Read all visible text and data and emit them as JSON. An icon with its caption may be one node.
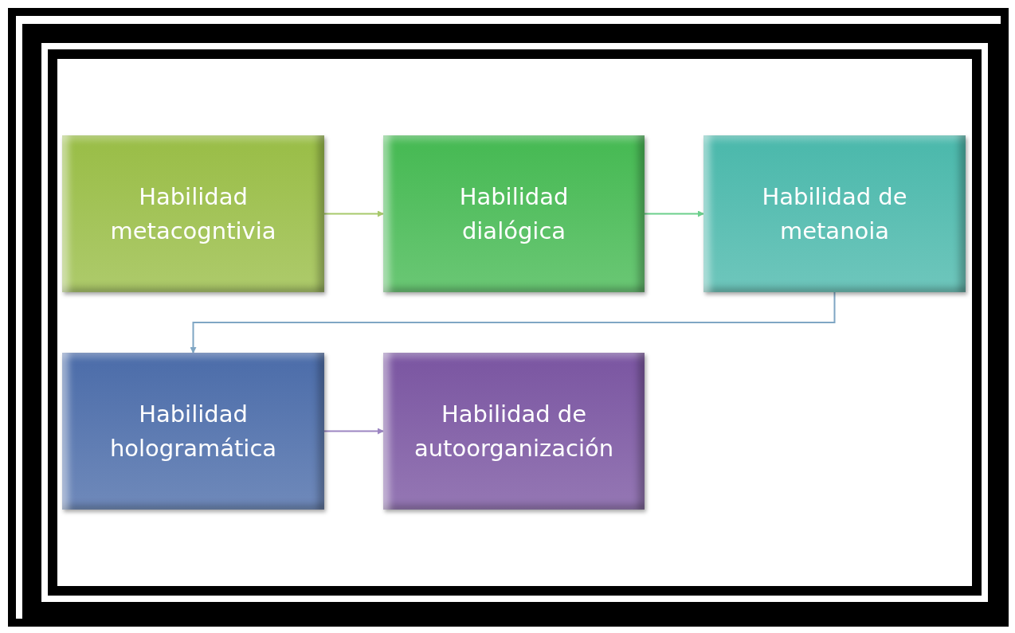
{
  "diagram": {
    "nodes": [
      {
        "text": [
          "Habilidad metacogntivia"
        ]
      },
      {
        "text": [
          "Habilidad dialógica"
        ]
      },
      {
        "text": [
          "Habilidad de metanoia"
        ]
      },
      {
        "text": [
          "Habilidad hologramática"
        ]
      },
      {
        "text": [
          "Habilidad de autoorganización"
        ]
      }
    ],
    "edges": [
      {
        "from": 0,
        "to": 1,
        "arrow": "to",
        "color": "#a8c96c"
      },
      {
        "from": 1,
        "to": 2,
        "arrow": "to",
        "color": "#6ccf8c"
      },
      {
        "from": 2,
        "to": 3,
        "arrow": "to",
        "color": "#7fa6c4"
      },
      {
        "from": 3,
        "to": 4,
        "arrow": "to",
        "color": "#9c86c2"
      }
    ]
  }
}
